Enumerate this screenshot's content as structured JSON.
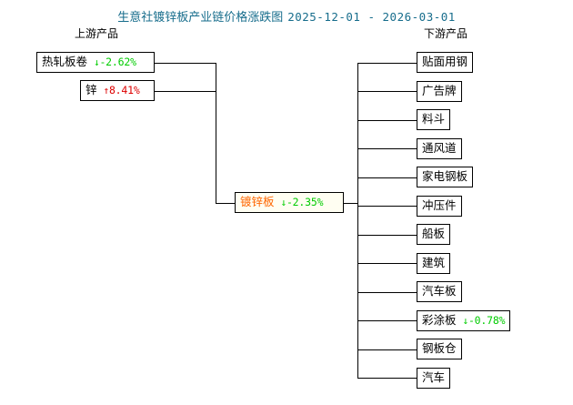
{
  "header": {
    "title": "生意社镀锌板产业链价格涨跌图",
    "date_range": "2025-12-01 - 2026-03-01",
    "title_color": "#176D8C"
  },
  "columns": {
    "upstream_label": "上游产品",
    "downstream_label": "下游产品"
  },
  "colors": {
    "up": "#DD0000",
    "down": "#00CC00",
    "center_text": "#FF6600",
    "box_border": "#000000"
  },
  "chart_data": {
    "type": "diagram",
    "title": "生意社镀锌板产业链价格涨跌图",
    "subtitle": "2025-12-01 - 2026-03-01",
    "center": {
      "name": "镀锌板",
      "arrow": "↓",
      "change": "-2.35%",
      "direction": "down",
      "value": -2.35
    },
    "upstream": [
      {
        "name": "热轧板卷",
        "arrow": "↓",
        "change": "-2.62%",
        "direction": "down",
        "value": -2.62
      },
      {
        "name": "锌",
        "arrow": "↑",
        "change": "8.41%",
        "direction": "up",
        "value": 8.41
      }
    ],
    "downstream": [
      {
        "name": "贴面用钢",
        "arrow": "",
        "change": "",
        "direction": "none",
        "value": null
      },
      {
        "name": "广告牌",
        "arrow": "",
        "change": "",
        "direction": "none",
        "value": null
      },
      {
        "name": "料斗",
        "arrow": "",
        "change": "",
        "direction": "none",
        "value": null
      },
      {
        "name": "通风道",
        "arrow": "",
        "change": "",
        "direction": "none",
        "value": null
      },
      {
        "name": "家电钢板",
        "arrow": "",
        "change": "",
        "direction": "none",
        "value": null
      },
      {
        "name": "冲压件",
        "arrow": "",
        "change": "",
        "direction": "none",
        "value": null
      },
      {
        "name": "船板",
        "arrow": "",
        "change": "",
        "direction": "none",
        "value": null
      },
      {
        "name": "建筑",
        "arrow": "",
        "change": "",
        "direction": "none",
        "value": null
      },
      {
        "name": "汽车板",
        "arrow": "",
        "change": "",
        "direction": "none",
        "value": null
      },
      {
        "name": "彩涂板",
        "arrow": "↓",
        "change": "-0.78%",
        "direction": "down",
        "value": -0.78
      },
      {
        "name": "钢板仓",
        "arrow": "",
        "change": "",
        "direction": "none",
        "value": null
      },
      {
        "name": "汽车",
        "arrow": "",
        "change": "",
        "direction": "none",
        "value": null
      }
    ]
  }
}
